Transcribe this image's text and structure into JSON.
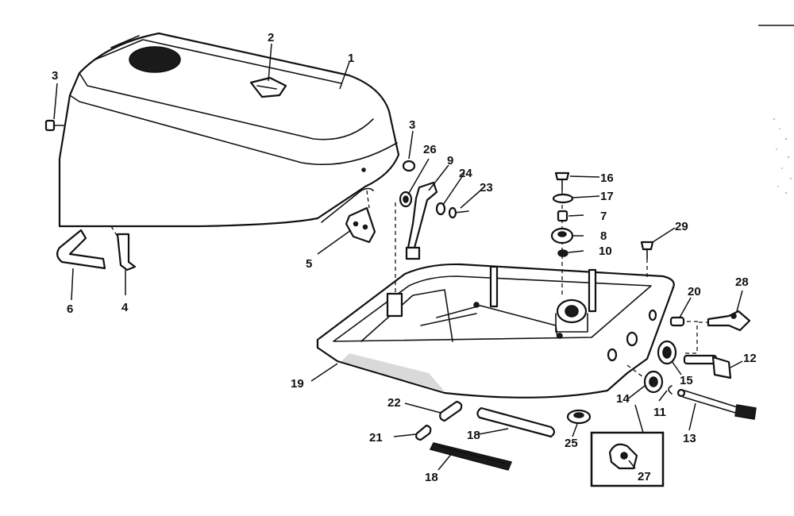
{
  "callouts": {
    "c1": "1",
    "c2": "2",
    "c3a": "3",
    "c3b": "3",
    "c4": "4",
    "c5": "5",
    "c6": "6",
    "c7": "7",
    "c8": "8",
    "c9": "9",
    "c10": "10",
    "c11": "11",
    "c12": "12",
    "c13": "13",
    "c14": "14",
    "c15": "15",
    "c16": "16",
    "c17": "17",
    "c18a": "18",
    "c18b": "18",
    "c19": "19",
    "c20": "20",
    "c21": "21",
    "c22": "22",
    "c23": "23",
    "c24": "24",
    "c25": "25",
    "c26": "26",
    "c27": "27",
    "c28": "28",
    "c29": "29"
  }
}
